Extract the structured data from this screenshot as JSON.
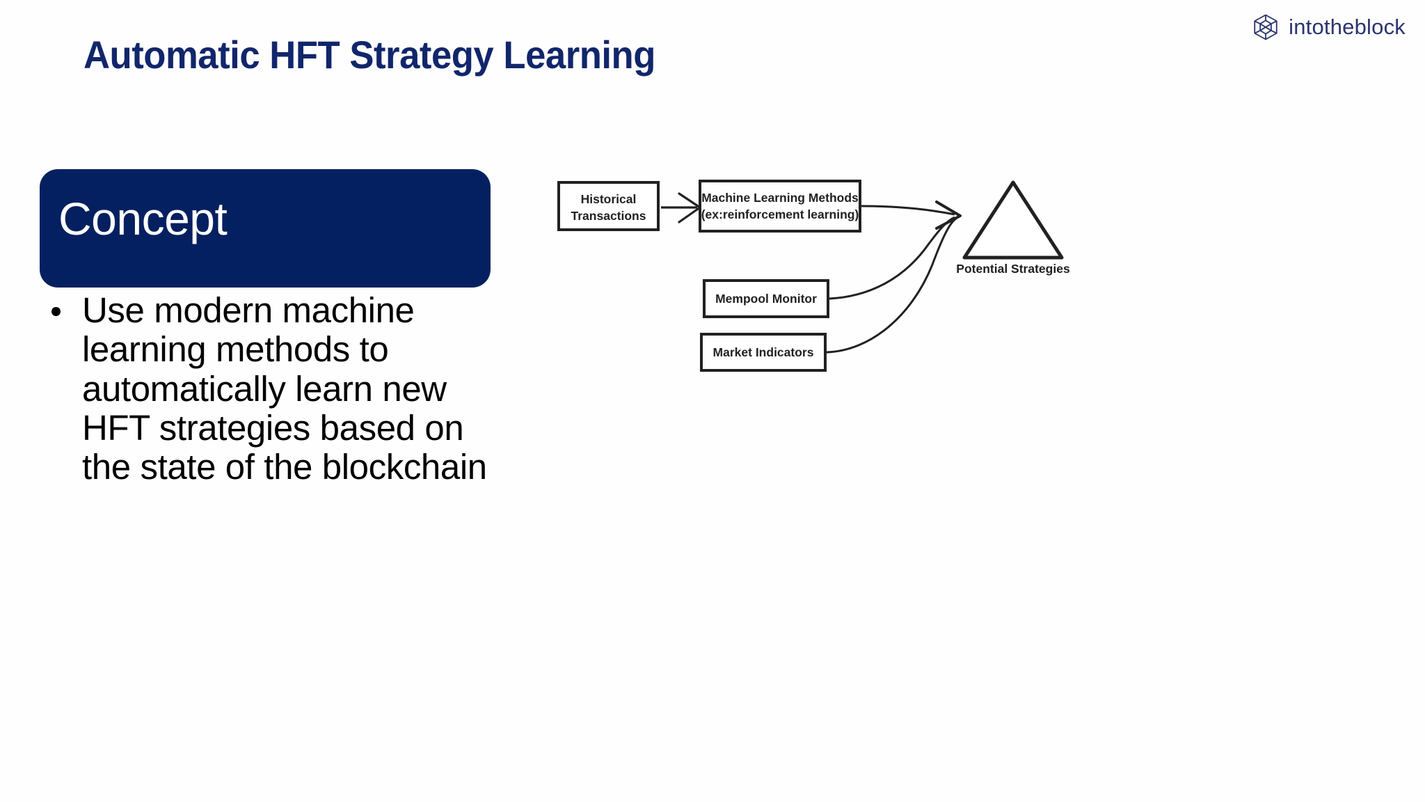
{
  "brand": {
    "logo_icon": "hexagon-cube-icon",
    "name": "intotheblock",
    "color": "#2b3470"
  },
  "slide": {
    "title": "Automatic HFT Strategy Learning",
    "title_color": "#11266b",
    "background": "#ffffff"
  },
  "concept": {
    "banner_label": "Concept",
    "banner_color": "#052060",
    "banner_text_color": "#ffffff",
    "bullets": [
      "Use modern machine learning methods to automatically learn new HFT strategies based on the state of the blockchain"
    ]
  },
  "diagram": {
    "type": "flowchart",
    "stroke_color": "#212121",
    "nodes": [
      {
        "id": "historical-transactions",
        "shape": "rectangle",
        "lines": [
          "Historical",
          "Transactions"
        ]
      },
      {
        "id": "machine-learning-methods",
        "shape": "rectangle",
        "lines": [
          "Machine Learning Methods",
          "(ex:reinforcement learning)"
        ]
      },
      {
        "id": "mempool-monitor",
        "shape": "rectangle",
        "lines": [
          "Mempool Monitor"
        ]
      },
      {
        "id": "market-indicators",
        "shape": "rectangle",
        "lines": [
          "Market Indicators"
        ]
      },
      {
        "id": "potential-strategies",
        "shape": "triangle",
        "caption": "Potential Strategies"
      }
    ],
    "edges": [
      {
        "from": "historical-transactions",
        "to": "machine-learning-methods",
        "style": "straight-arrow"
      },
      {
        "from": "machine-learning-methods",
        "to": "potential-strategies",
        "style": "straight-arrow"
      },
      {
        "from": "mempool-monitor",
        "to": "potential-strategies",
        "style": "curved-arrow"
      },
      {
        "from": "market-indicators",
        "to": "potential-strategies",
        "style": "curved-arrow"
      }
    ]
  }
}
